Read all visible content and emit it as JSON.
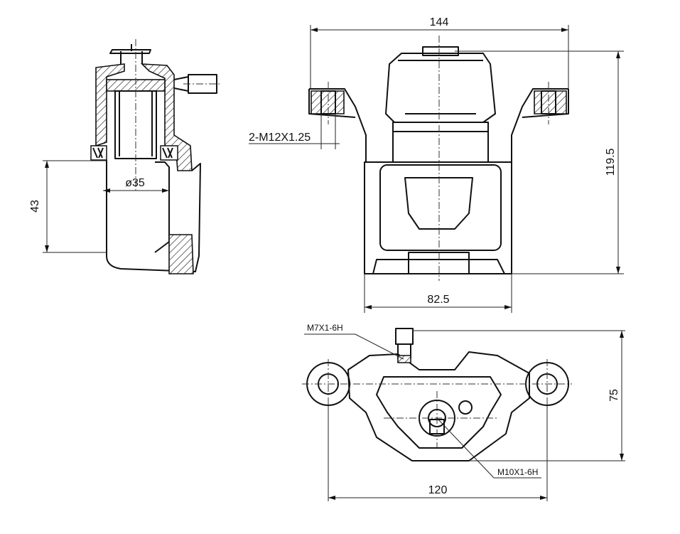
{
  "dimensions": {
    "top_width": "144",
    "overall_height": "119.5",
    "body_width": "82.5",
    "bore_dia": "ø35",
    "piston_depth": "43",
    "mount_spacing": "120",
    "bottom_height": "75"
  },
  "threads": {
    "mount_bolt": "2-M12X1.25",
    "bleeder": "M7X1-6H",
    "inlet": "M10X1-6H"
  }
}
